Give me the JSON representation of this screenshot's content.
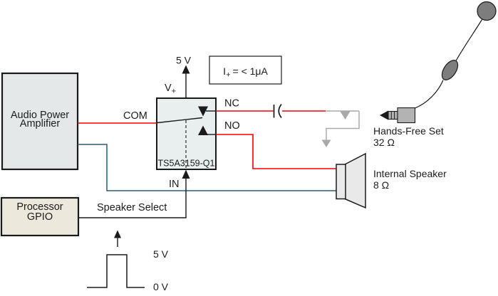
{
  "colors": {
    "wire_red": "#f40000",
    "wire_blue": "#2a5c72",
    "annotation_gray": "#a9a9a9",
    "line_black": "#1a1a1a",
    "amplifier_fill": "#e4e8e8",
    "switch_fill": "#e9efef",
    "processor_fill": "#ece8dc",
    "device_fill": "#e9e9e9",
    "plug_fill": "#b3b3b3",
    "headset_fill": "#7d7d7d",
    "note_fill": "#ffffff"
  },
  "amplifier": {
    "line1": "Audio Power",
    "line2": "Amplifier"
  },
  "processor": {
    "line1": "Processor",
    "line2": "GPIO"
  },
  "switch": {
    "part": "TS5A3159-Q1",
    "pin_com": "COM",
    "pin_nc": "NC",
    "pin_no": "NO",
    "pin_in": "IN",
    "pin_v_base": "V",
    "pin_v_sub": "+"
  },
  "supply": {
    "rail": "5 V"
  },
  "current_note": {
    "base": "I",
    "sub": "+",
    "rest": "= < 1μA"
  },
  "control": {
    "signal": "Speaker Select"
  },
  "devices": {
    "handsfree": {
      "name": "Hands-Free Set",
      "impedance": "32 Ω"
    },
    "internal_speaker": {
      "name": "Internal Speaker",
      "impedance": "8 Ω"
    }
  },
  "waveform": {
    "high": "5 V",
    "low": "0 V"
  }
}
